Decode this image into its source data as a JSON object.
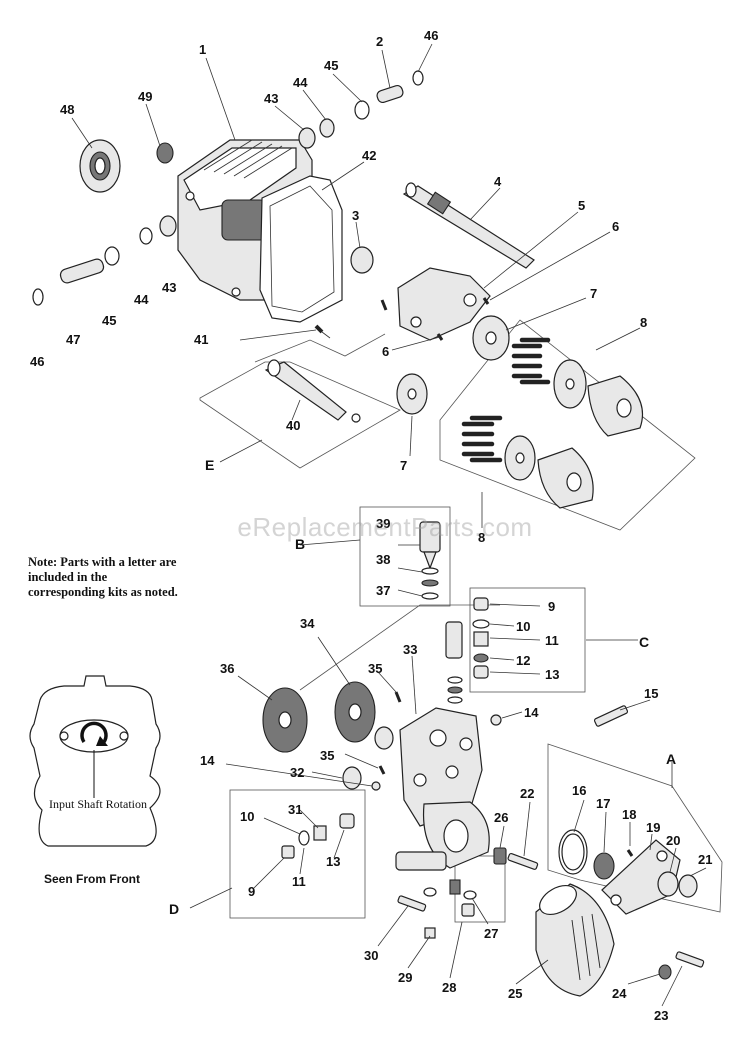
{
  "watermark": "eReplacementParts.com",
  "note": "Note: Parts with a letter are included in the corresponding kits as noted.",
  "rotation_inset": {
    "label": "Input Shaft Rotation",
    "caption": "Seen From Front"
  },
  "kit_letters": {
    "A": "A",
    "B": "B",
    "C": "C",
    "D": "D",
    "E": "E"
  },
  "callouts": {
    "n1": "1",
    "n2": "2",
    "n3": "3",
    "n4": "4",
    "n5": "5",
    "n6a": "6",
    "n6b": "6",
    "n7a": "7",
    "n7b": "7",
    "n8a": "8",
    "n8b": "8",
    "n9a": "9",
    "n9b": "9",
    "n10a": "10",
    "n10b": "10",
    "n11a": "11",
    "n11b": "11",
    "n12": "12",
    "n13a": "13",
    "n13b": "13",
    "n14a": "14",
    "n14b": "14",
    "n15": "15",
    "n16": "16",
    "n17": "17",
    "n18": "18",
    "n19": "19",
    "n20": "20",
    "n21": "21",
    "n22": "22",
    "n23": "23",
    "n24": "24",
    "n25": "25",
    "n26": "26",
    "n27": "27",
    "n28": "28",
    "n29": "29",
    "n30": "30",
    "n31": "31",
    "n32": "32",
    "n33": "33",
    "n34": "34",
    "n35a": "35",
    "n35b": "35",
    "n36": "36",
    "n37": "37",
    "n38": "38",
    "n39": "39",
    "n40": "40",
    "n41": "41",
    "n42": "42",
    "n43a": "43",
    "n43b": "43",
    "n44a": "44",
    "n44b": "44",
    "n45a": "45",
    "n45b": "45",
    "n46a": "46",
    "n46b": "46",
    "n47": "47",
    "n48": "48",
    "n49": "49"
  }
}
